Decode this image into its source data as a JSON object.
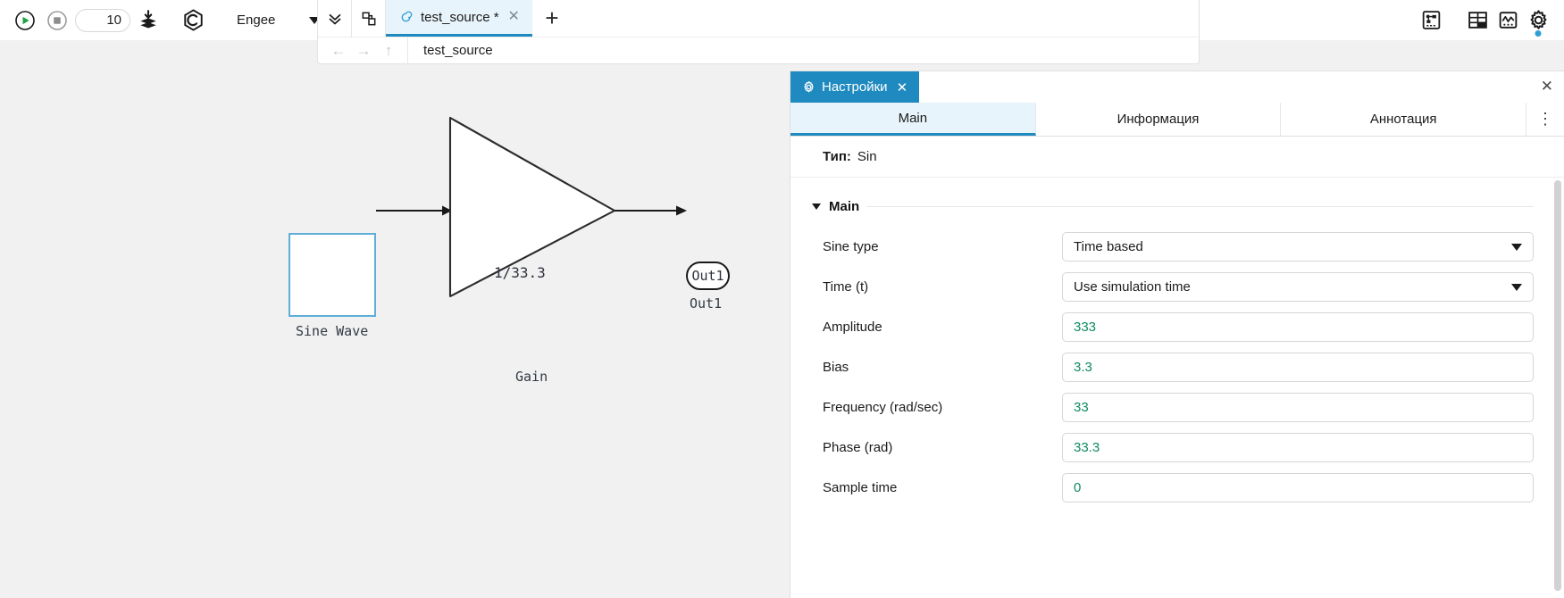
{
  "toolbar": {
    "run_icon": "play-icon",
    "stop_icon": "stop-icon",
    "sim_time_value": "10",
    "sim_time_title": "Simulation time",
    "layers_icon": "save-layers-icon",
    "logo_icon": "engee-hex-logo-icon",
    "workspace_label": "Engee",
    "workspace_caret": "chevron-down-icon"
  },
  "tabstrip": {
    "chevrons_icon": "double-chevron-down-icon",
    "duplicate_icon": "copy-blocks-icon",
    "tab": {
      "doc_icon": "model-spiral-icon",
      "title": "test_source *",
      "close_icon": "close-icon"
    },
    "add_icon": "plus-icon",
    "nav": {
      "back": "←",
      "forward": "→",
      "up": "↑"
    },
    "breadcrumb": "test_source"
  },
  "right_tools": {
    "diagram_icon": "block-diagram-icon",
    "layout_icon": "layout-grid-icon",
    "scope_icon": "scope-icon",
    "settings_icon": "gear-icon"
  },
  "canvas": {
    "blocks": [
      {
        "name": "sine-wave-block",
        "label": "Sine Wave",
        "selected": true
      },
      {
        "name": "gain-block",
        "label": "Gain",
        "value": "1/33.3"
      },
      {
        "name": "out-port-block",
        "label": "Out1",
        "port_text": "Out1"
      }
    ]
  },
  "panel": {
    "chip_icon": "gear-icon",
    "chip_label": "Настройки",
    "chip_close": "✕",
    "panel_close": "✕",
    "tabs": [
      {
        "label": "Main",
        "active": true
      },
      {
        "label": "Информация",
        "active": false
      },
      {
        "label": "Аннотация",
        "active": false
      }
    ],
    "more_icon": "kebab-menu-icon",
    "type_key": "Тип:",
    "type_value": "Sin",
    "section_title": "Main",
    "fields": [
      {
        "label": "Sine type",
        "value": "Time based",
        "kind": "select"
      },
      {
        "label": "Time (t)",
        "value": "Use simulation time",
        "kind": "select"
      },
      {
        "label": "Amplitude",
        "value": "333",
        "kind": "number"
      },
      {
        "label": "Bias",
        "value": "3.3",
        "kind": "number"
      },
      {
        "label": "Frequency (rad/sec)",
        "value": "33",
        "kind": "number"
      },
      {
        "label": "Phase (rad)",
        "value": "33.3",
        "kind": "number"
      },
      {
        "label": "Sample time",
        "value": "0",
        "kind": "number"
      }
    ]
  },
  "colors": {
    "accent": "#1f8ac0",
    "tab_active_bg": "#e8f4fb",
    "value_green": "#0f8a5f",
    "canvas_bg": "#f1f1f1",
    "selection_border": "#5eaed8"
  }
}
